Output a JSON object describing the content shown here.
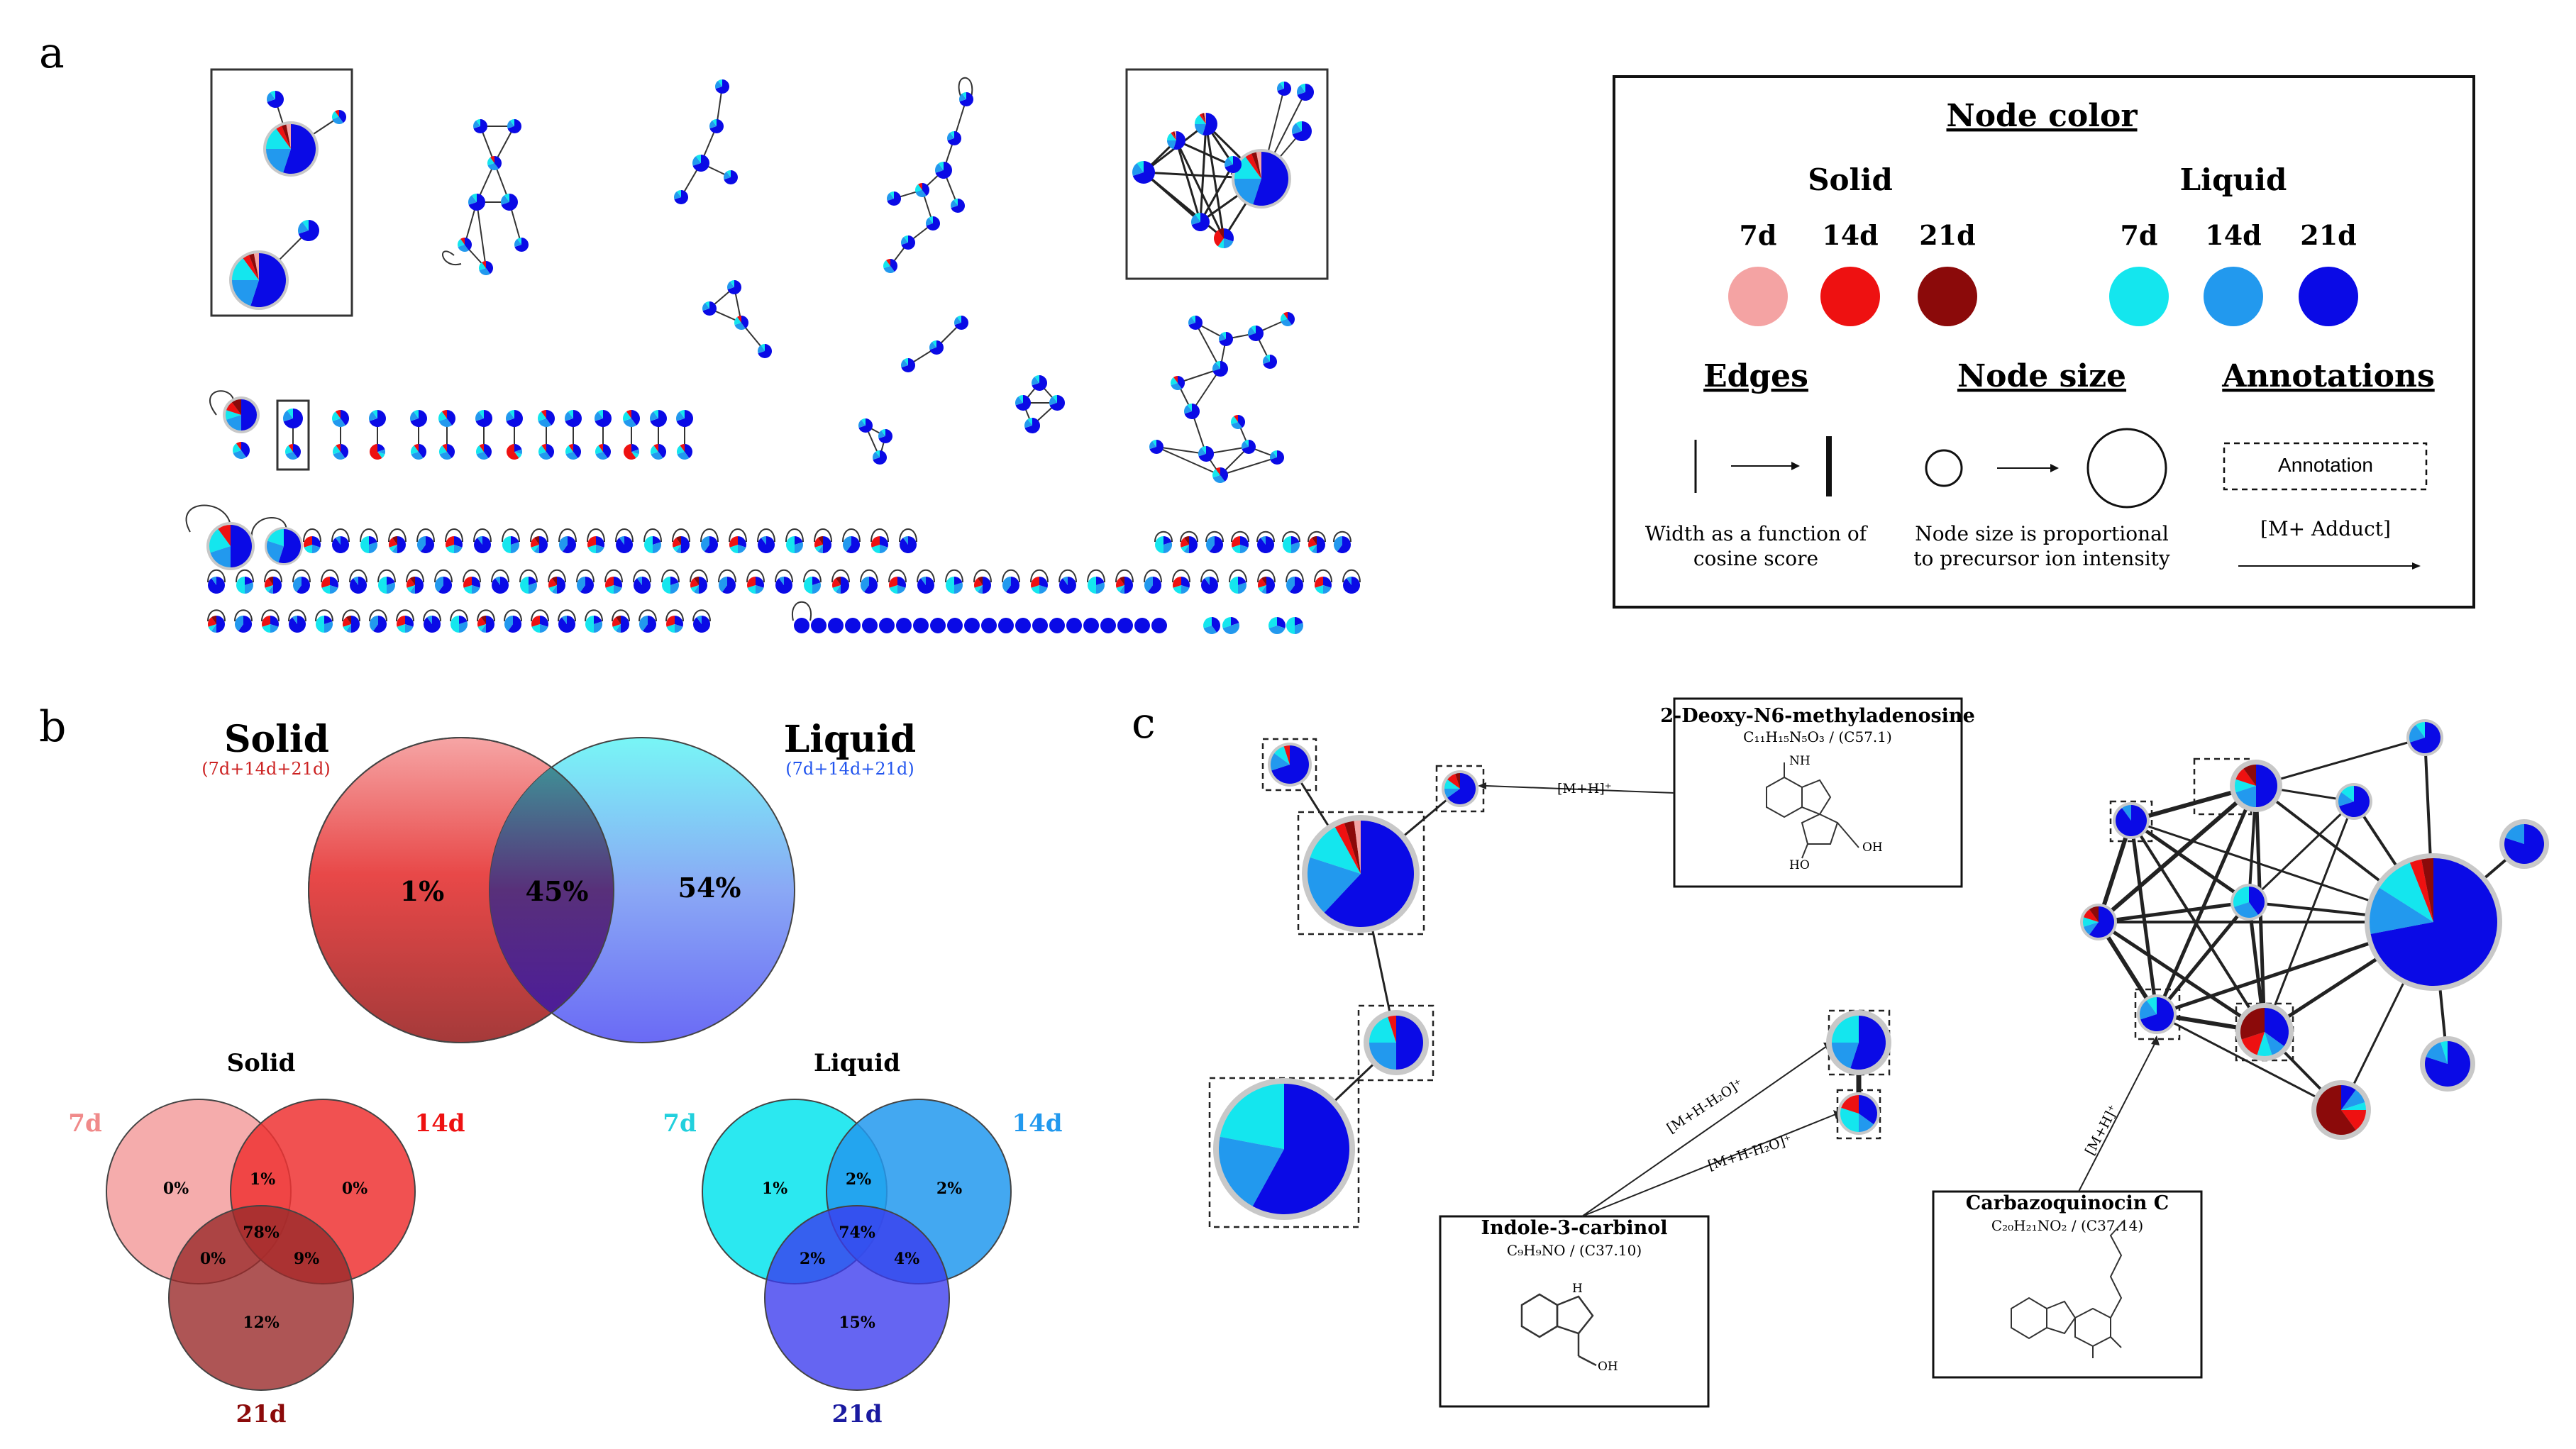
{
  "panels": {
    "a": "a",
    "b": "b",
    "c": "c"
  },
  "legend": {
    "title": "Node color",
    "solid": "Solid",
    "liquid": "Liquid",
    "days": [
      "7d",
      "14d",
      "21d"
    ],
    "edges": "Edges",
    "node_size": "Node size",
    "annotations": "Annotations",
    "annotation_box": "Annotation",
    "adduct": "[M+ Adduct]",
    "edges_desc_1": "Width as a function of",
    "edges_desc_2": "cosine score",
    "size_desc_1": "Node size is proportional",
    "size_desc_2": "to precursor ion intensity"
  },
  "colors": {
    "solid_7d": "#f4a3a3",
    "solid_14d": "#ee1111",
    "solid_21d": "#8b0a0a",
    "liquid_7d": "#14e6ee",
    "liquid_14d": "#2299ee",
    "liquid_21d": "#0a0ae6"
  },
  "venn_main": {
    "solid_label": "Solid",
    "solid_sub": "(7d+14d+21d)",
    "liquid_label": "Liquid",
    "liquid_sub": "(7d+14d+21d)",
    "only_solid": "1%",
    "overlap": "45%",
    "only_liquid": "54%"
  },
  "venn_solid": {
    "title": "Solid",
    "label_7d": "7d",
    "label_14d": "14d",
    "label_21d": "21d",
    "only_7d": "0%",
    "only_14d": "0%",
    "only_21d": "12%",
    "ab": "1%",
    "ac": "0%",
    "bc": "9%",
    "abc": "78%"
  },
  "venn_liquid": {
    "title": "Liquid",
    "label_7d": "7d",
    "label_14d": "14d",
    "label_21d": "21d",
    "only_7d": "1%",
    "only_14d": "2%",
    "only_21d": "15%",
    "ab": "2%",
    "ac": "2%",
    "bc": "4%",
    "abc": "74%"
  },
  "annotations_c": {
    "compound1_name": "2-Deoxy-N6-methyladenosine",
    "compound1_formula": "C₁₁H₁₅N₅O₃ / (C57.1)",
    "compound1_adduct": "[M+H]⁺",
    "compound2_name": "Indole-3-carbinol",
    "compound2_formula": "C₉H₉NO / (C37.10)",
    "compound2_adduct1": "[M+H-H₂O]⁺",
    "compound2_adduct2": "[M+H-H₂O]⁺",
    "compound3_name": "Carbazoquinocin C",
    "compound3_formula": "C₂₀H₂₁NO₂ / (C37.14)",
    "compound3_adduct": "[M+H]⁺",
    "struct_nh": "NH",
    "struct_oh": "OH",
    "struct_ho": "HO",
    "struct_h": "H"
  }
}
